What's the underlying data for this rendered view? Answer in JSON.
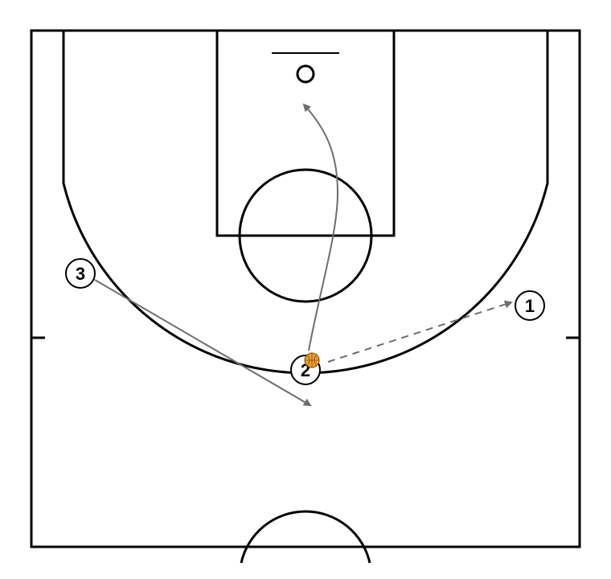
{
  "colors": {
    "court_lines": "#000000",
    "movement_arrows": "#6e6e6e",
    "ball": "#f0a030",
    "ball_seams": "#7a4a10",
    "background": "#ffffff"
  },
  "players": [
    {
      "number": "1"
    },
    {
      "number": "2"
    },
    {
      "number": "3"
    }
  ],
  "actions": [
    {
      "type": "pass",
      "from": "2",
      "to": "1",
      "style": "dashed"
    },
    {
      "type": "cut",
      "player": "2",
      "target": "basket",
      "style": "solid"
    },
    {
      "type": "cut",
      "player": "3",
      "target": "top-of-key",
      "style": "solid"
    }
  ],
  "ball_holder": "2"
}
